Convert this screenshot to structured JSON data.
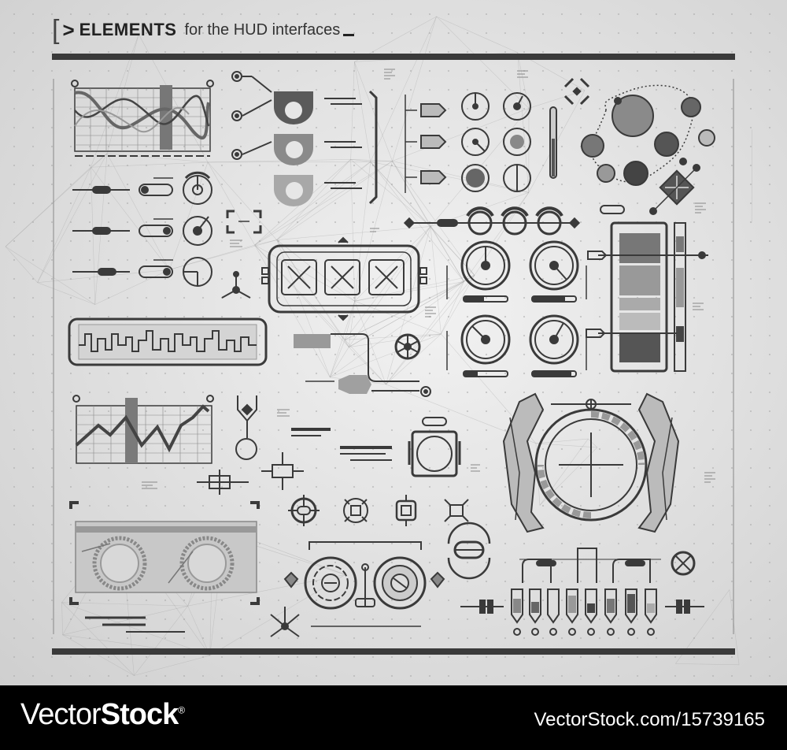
{
  "header": {
    "bracket": "[",
    "arrow": ">",
    "title_strong": "ELEMENTS",
    "title_light": "for the HUD interfaces"
  },
  "footer": {
    "brand_light": "Vector",
    "brand_bold": "Stock",
    "trademark": "®",
    "url": "VectorStock.com/15739165"
  },
  "colors": {
    "line": "#3a3a3a",
    "mid_gray": "#7a7a7a",
    "light_gray": "#bdbdbd",
    "footer_bg": "#000000",
    "footer_text": "#ffffff"
  },
  "icons": [
    "wave-chart",
    "line-chart",
    "gauge-dial",
    "crosshair-reticle",
    "orbit-circles",
    "slider-track",
    "target-icon",
    "cross-circle-icon"
  ]
}
